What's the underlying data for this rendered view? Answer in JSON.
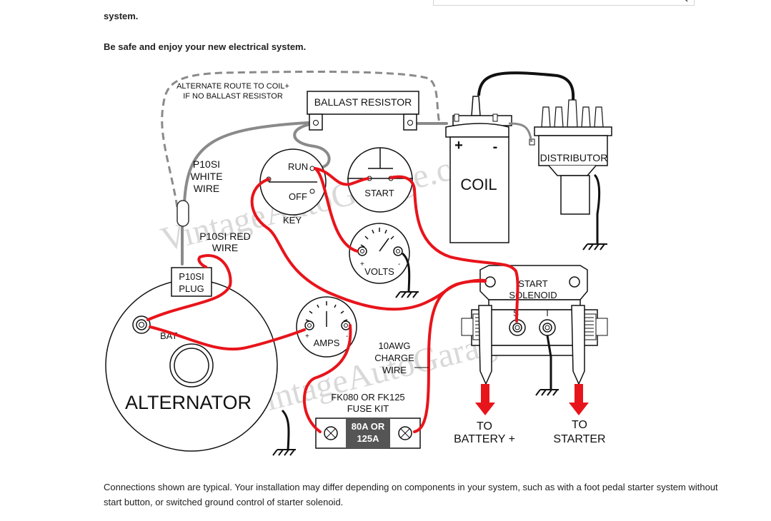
{
  "header": {
    "search_placeholder": "Search"
  },
  "text": {
    "line_top": "system.",
    "line_safe": "Be safe and enjoy your new electrical system.",
    "footer": "Connections shown are typical. Your installation may differ depending on components in your system, such as with a foot pedal starter system without start button, or switched ground control of starter solenoid."
  },
  "diagram": {
    "watermark": "VintageAutoGarage.com",
    "labels": {
      "alt_route_1": "ALTERNATE ROUTE TO COIL+",
      "alt_route_2": "IF NO BALLAST RESISTOR",
      "ballast_resistor": "BALLAST RESISTOR",
      "coil": "COIL",
      "coil_plus": "+",
      "coil_minus": "-",
      "distributor": "DISTRIBUTOR",
      "p10si_white_1": "P10SI",
      "p10si_white_2": "WHITE",
      "p10si_white_3": "WIRE",
      "run": "RUN",
      "off": "OFF",
      "key": "KEY",
      "start": "START",
      "p10si_red_1": "P10SI RED",
      "p10si_red_2": "WIRE",
      "volts": "VOLTS",
      "volts_plus": "+",
      "volts_minus": "-",
      "p10si_plug_1": "P10SI",
      "p10si_plug_2": "PLUG",
      "bat": "BAT",
      "amps": "AMPS",
      "amps_plus": "+",
      "amps_minus": "-",
      "charge_wire_1": "10AWG",
      "charge_wire_2": "CHARGE",
      "charge_wire_3": "WIRE",
      "start_solenoid_1": "START",
      "start_solenoid_2": "SOLENOID",
      "sol_s": "S",
      "sol_i": "I",
      "alternator": "ALTERNATOR",
      "fuse_kit_1": "FK080 OR FK125",
      "fuse_kit_2": "FUSE KIT",
      "fuse_rating_1": "80A OR",
      "fuse_rating_2": "125A",
      "to_battery_1": "TO",
      "to_battery_2": "BATTERY +",
      "to_starter_1": "TO",
      "to_starter_2": "STARTER"
    },
    "colors": {
      "red_wire": "#e8141b",
      "gray_wire": "#8a8a8a",
      "black_wire": "#111111",
      "arrow": "#e8141b",
      "fuse_center": "#555555"
    }
  }
}
